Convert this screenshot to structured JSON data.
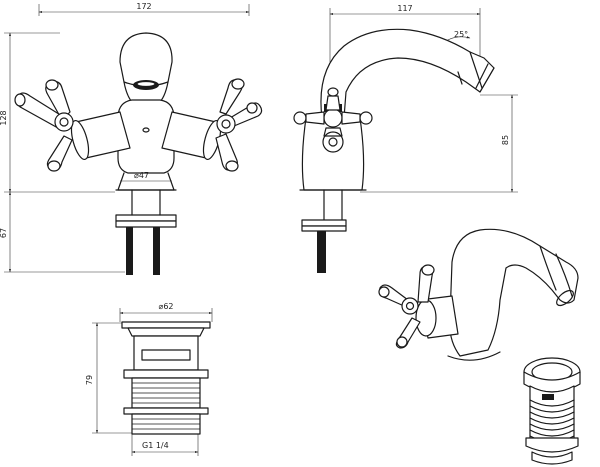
{
  "colors": {
    "line": "#1a1a1a",
    "background": "#ffffff"
  },
  "dimensions": {
    "front_width": "172",
    "front_body_height": "128",
    "front_tail_length": "67",
    "front_base_diameter": "⌀47",
    "side_spout_reach": "117",
    "spout_angle": "25°",
    "side_spout_height": "85",
    "waste_diameter": "⌀62",
    "waste_height": "79",
    "waste_thread": "G1 1/4"
  }
}
